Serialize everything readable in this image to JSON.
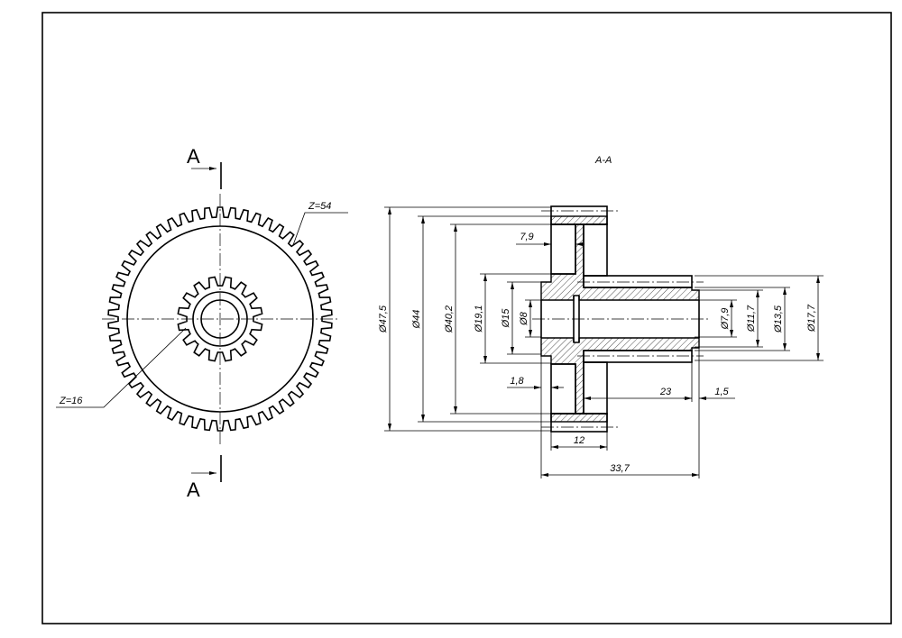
{
  "section_labels": {
    "top": "A",
    "bottom": "A",
    "view_title": "A-A"
  },
  "gear_labels": {
    "large": "Z=54",
    "small": "Z=16"
  },
  "gear_teeth": {
    "large": 54,
    "small": 16
  },
  "dimensions": {
    "d47_5": "Ø47,5",
    "d44": "Ø44",
    "d40_2": "Ø40,2",
    "d19_1": "Ø19,1",
    "d15": "Ø15",
    "d8": "Ø8",
    "d7_9": "Ø7,9",
    "d11_7": "Ø11,7",
    "d13_5": "Ø13,5",
    "d17_7": "Ø17,7",
    "w7_9": "7,9",
    "w1_8": "1,8",
    "w23": "23",
    "w1_5": "1,5",
    "w12": "12",
    "w33_7": "33,7"
  }
}
